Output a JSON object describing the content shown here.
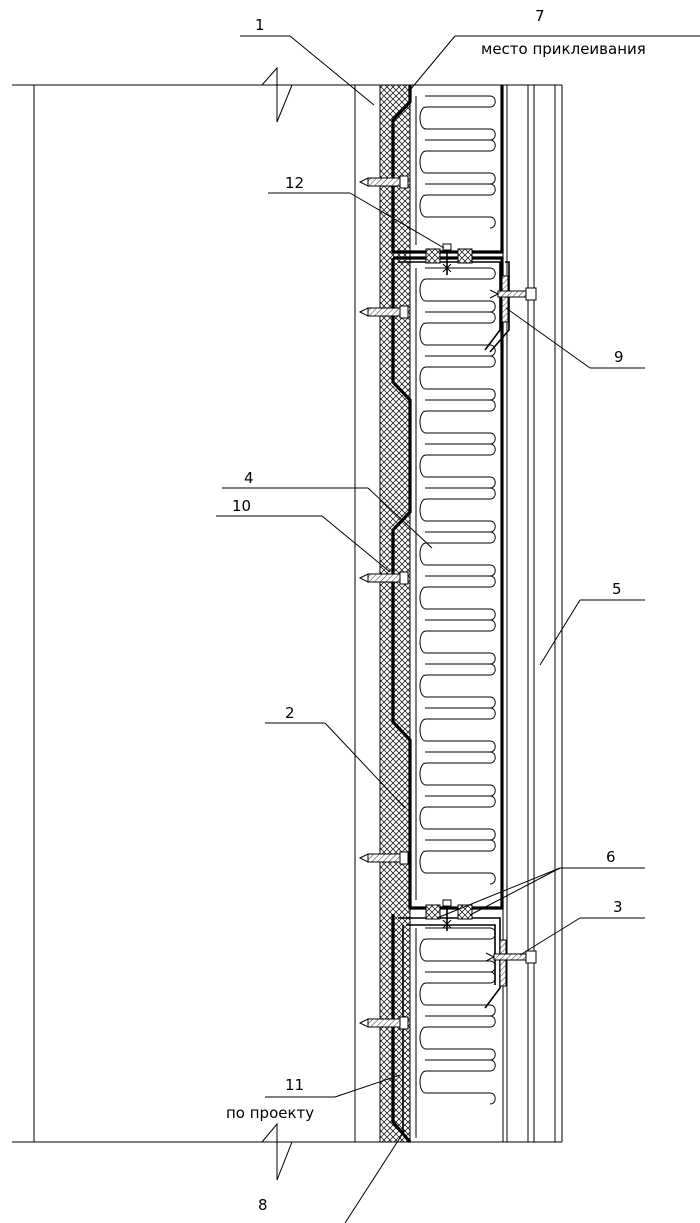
{
  "drawing": {
    "labels": {
      "l1": "1",
      "l2": "2",
      "l3": "3",
      "l4": "4",
      "l5": "5",
      "l6": "6",
      "l7": "7",
      "l7_note": "место приклеивания",
      "l8": "8",
      "l9": "9",
      "l10": "10",
      "l11": "11",
      "l11_note": "по проекту",
      "l12": "12"
    }
  }
}
